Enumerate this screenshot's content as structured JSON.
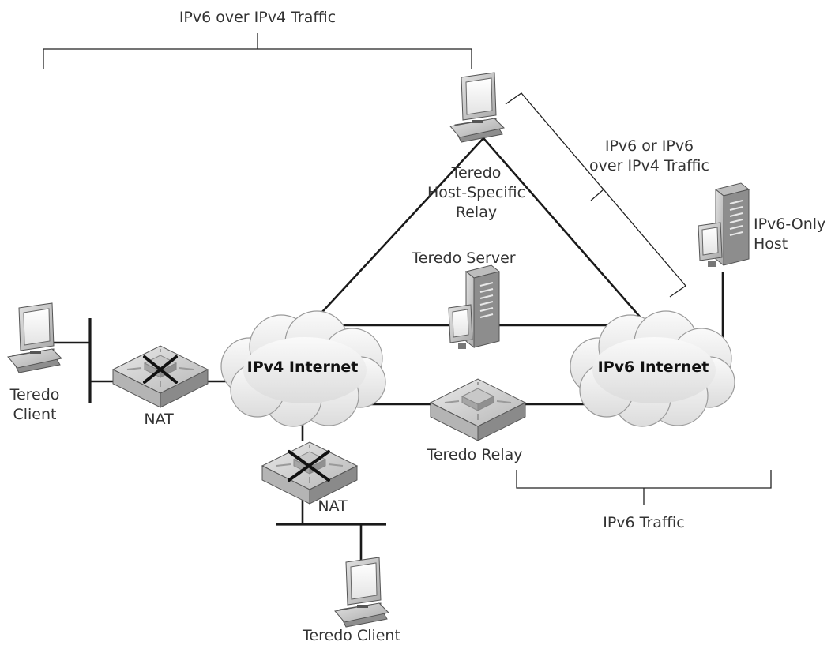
{
  "labels": {
    "traffic_ipv6_over_ipv4": "IPv6 over IPv4 Traffic",
    "traffic_ipv6_or_line1": "IPv6 or IPv6",
    "traffic_ipv6_or_line2": "over IPv4 Traffic",
    "traffic_ipv6": "IPv6 Traffic",
    "relay_specific_line1": "Teredo",
    "relay_specific_line2": "Host-Specific",
    "relay_specific_line3": "Relay",
    "ipv6_only_line1": "IPv6-Only",
    "ipv6_only_line2": "Host",
    "teredo_server": "Teredo Server",
    "ipv4_internet": "IPv4 Internet",
    "ipv6_internet": "IPv6 Internet",
    "teredo_client_left_line1": "Teredo",
    "teredo_client_left_line2": "Client",
    "nat_left": "NAT",
    "nat_bottom": "NAT",
    "teredo_relay": "Teredo Relay",
    "teredo_client_bottom": "Teredo Client"
  },
  "colors": {
    "cloud_fill": "#eaeaea",
    "device_light": "#d4d4d4",
    "device_dark": "#8c8c8c",
    "line": "#1a1a1a"
  }
}
